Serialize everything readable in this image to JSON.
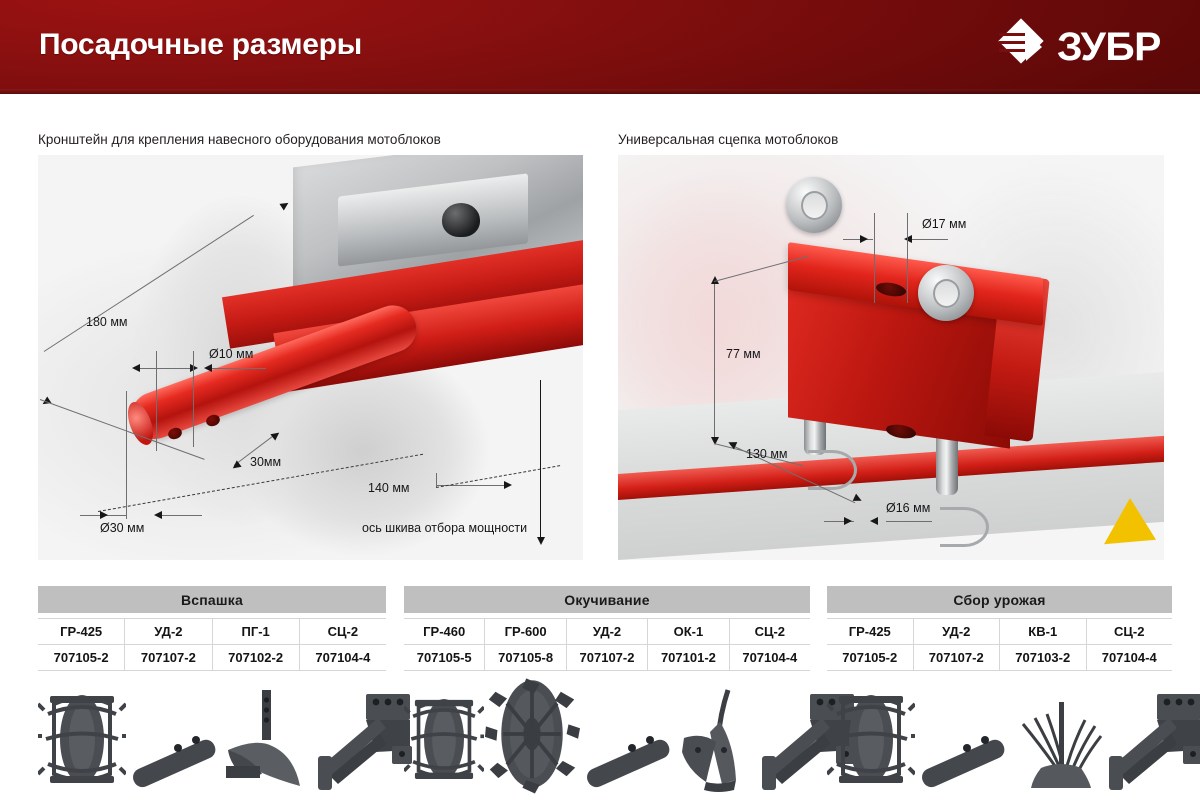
{
  "header": {
    "title": "Посадочные размеры",
    "brand": "ЗУБР",
    "brand_color": "#7a0d0d"
  },
  "diagrams": [
    {
      "caption": "Кронштейн для крепления навесного оборудования мотоблоков",
      "annotations": [
        {
          "label": "180 мм"
        },
        {
          "label": "Ø10 мм"
        },
        {
          "label": "30мм"
        },
        {
          "label": "Ø30 мм"
        },
        {
          "label": "140 мм"
        },
        {
          "label": "ось шкива отбора мощности"
        }
      ]
    },
    {
      "caption": "Универсальная сцепка мотоблоков",
      "annotations": [
        {
          "label": "Ø17 мм"
        },
        {
          "label": "77 мм"
        },
        {
          "label": "130 мм"
        },
        {
          "label": "Ø16 мм"
        }
      ]
    }
  ],
  "tables": [
    {
      "title": "Вспашка",
      "columns": [
        {
          "name": "ГР-425",
          "code": "707105-2",
          "icon": "wheel-grouser"
        },
        {
          "name": "УД-2",
          "code": "707107-2",
          "icon": "extension-bar"
        },
        {
          "name": "ПГ-1",
          "code": "707102-2",
          "icon": "plough"
        },
        {
          "name": "СЦ-2",
          "code": "707104-4",
          "icon": "hitch-bracket"
        }
      ]
    },
    {
      "title": "Окучивание",
      "columns": [
        {
          "name": "ГР-460",
          "code": "707105-5",
          "icon": "wheel-grouser"
        },
        {
          "name": "ГР-600",
          "code": "707105-8",
          "icon": "wheel-grouser-large"
        },
        {
          "name": "УД-2",
          "code": "707107-2",
          "icon": "extension-bar"
        },
        {
          "name": "ОК-1",
          "code": "707101-2",
          "icon": "hiller"
        },
        {
          "name": "СЦ-2",
          "code": "707104-4",
          "icon": "hitch-bracket"
        }
      ]
    },
    {
      "title": "Сбор урожая",
      "columns": [
        {
          "name": "ГР-425",
          "code": "707105-2",
          "icon": "wheel-grouser"
        },
        {
          "name": "УД-2",
          "code": "707107-2",
          "icon": "extension-bar"
        },
        {
          "name": "КВ-1",
          "code": "707103-2",
          "icon": "potato-digger"
        },
        {
          "name": "СЦ-2",
          "code": "707104-4",
          "icon": "hitch-bracket"
        }
      ]
    }
  ]
}
